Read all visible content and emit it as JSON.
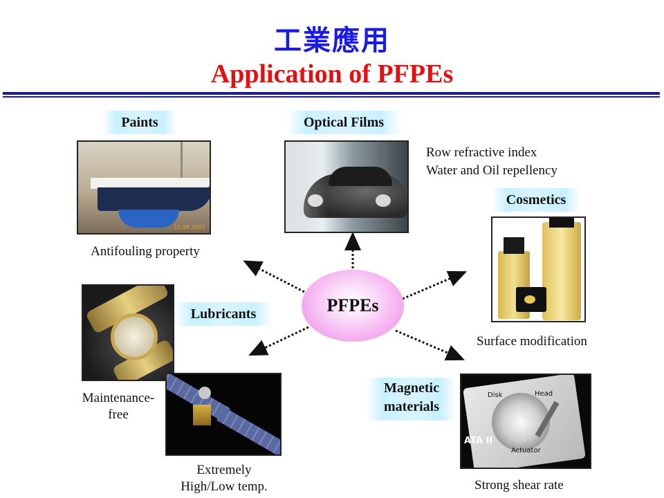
{
  "title": {
    "zh": "工業應用",
    "en": "Application of PFPEs"
  },
  "center": {
    "label": "PFPEs"
  },
  "categories": {
    "paints": "Paints",
    "optical_films": "Optical Films",
    "cosmetics": "Cosmetics",
    "lubricants": "Lubricants",
    "magnetic_line1": "Magnetic",
    "magnetic_line2": "materials"
  },
  "captions": {
    "paints": "Antifouling property",
    "optical_line1": "Row refractive index",
    "optical_line2": "Water and Oil repellency",
    "cosmetics": "Surface modification",
    "lubricants_watch_line1": "Maintenance-",
    "lubricants_watch_line2": "free",
    "lubricants_sat_line1": "Extremely",
    "lubricants_sat_line2": "High/Low temp.",
    "magnetic": "Strong shear rate"
  },
  "photo_text": {
    "boat_stamp": "12.08.2007",
    "hdd_disk": "Disk",
    "hdd_head": "Head",
    "hdd_actuator": "Actuator",
    "hdd_ata": "ATA II"
  },
  "colors": {
    "title_zh": "#1a1ae6",
    "title_en": "#e60f0f",
    "rule": "#1a1aa8",
    "center_fill": "#f080e8",
    "label_glow": "#c8f0ff"
  },
  "icons": [
    "arrow-up-icon",
    "arrow-upper-left-icon",
    "arrow-upper-right-icon",
    "arrow-lower-left-icon",
    "arrow-lower-right-icon"
  ]
}
